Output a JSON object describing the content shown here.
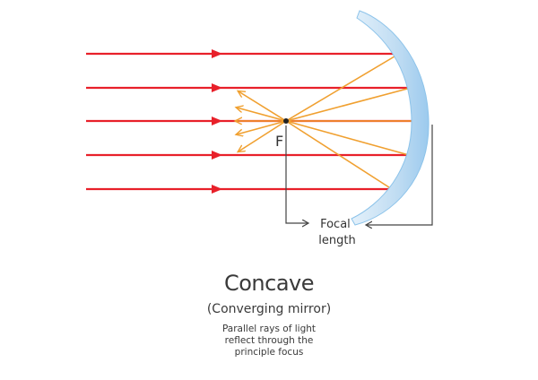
{
  "focus_label": "F",
  "focal_length_label": [
    "Focal",
    "length"
  ],
  "title": "Concave",
  "subtitle": "(Converging mirror)",
  "description": [
    "Parallel rays of light",
    "reflect through the",
    "principle focus"
  ],
  "colors": {
    "incident_ray": "#e8202a",
    "reflected_ray": "#f0a030",
    "mirror_fill": "#cfe6f7",
    "mirror_edge": "#8cc3ea",
    "focus_dot": "#222222"
  }
}
